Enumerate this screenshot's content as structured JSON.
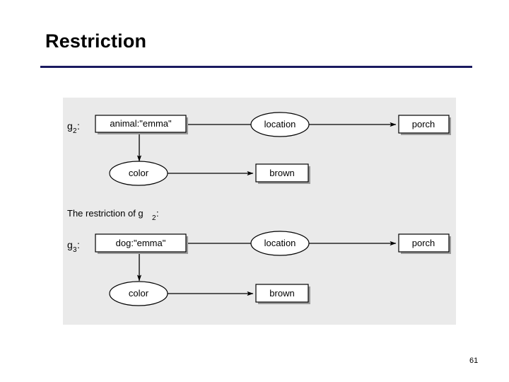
{
  "slide": {
    "title": "Restriction",
    "page_number": "61",
    "rule_color": "#1a1a60",
    "panel_color": "#eaeaea"
  },
  "diagram": {
    "caption": {
      "prefix": "The restriction of g",
      "subscript": "2",
      "suffix": ":"
    },
    "graphs": [
      {
        "id": "graph-g2",
        "label": {
          "base": "g",
          "subscript": "2",
          "suffix": ":"
        },
        "nodes": [
          {
            "id": "root",
            "shape": "box",
            "label": "animal:\"emma\""
          },
          {
            "id": "location",
            "shape": "ellipse",
            "label": "location"
          },
          {
            "id": "porch",
            "shape": "box",
            "label": "porch"
          },
          {
            "id": "color",
            "shape": "ellipse",
            "label": "color"
          },
          {
            "id": "brown",
            "shape": "box",
            "label": "brown"
          }
        ],
        "edges": [
          {
            "from": "root",
            "to": "location"
          },
          {
            "from": "location",
            "to": "porch"
          },
          {
            "from": "root",
            "to": "color"
          },
          {
            "from": "color",
            "to": "brown"
          }
        ]
      },
      {
        "id": "graph-g3",
        "label": {
          "base": "g",
          "subscript": "3",
          "suffix": ":"
        },
        "nodes": [
          {
            "id": "root",
            "shape": "box",
            "label": "dog:\"emma\""
          },
          {
            "id": "location",
            "shape": "ellipse",
            "label": "location"
          },
          {
            "id": "porch",
            "shape": "box",
            "label": "porch"
          },
          {
            "id": "color",
            "shape": "ellipse",
            "label": "color"
          },
          {
            "id": "brown",
            "shape": "box",
            "label": "brown"
          }
        ],
        "edges": [
          {
            "from": "root",
            "to": "location"
          },
          {
            "from": "location",
            "to": "porch"
          },
          {
            "from": "root",
            "to": "color"
          },
          {
            "from": "color",
            "to": "brown"
          }
        ]
      }
    ]
  }
}
